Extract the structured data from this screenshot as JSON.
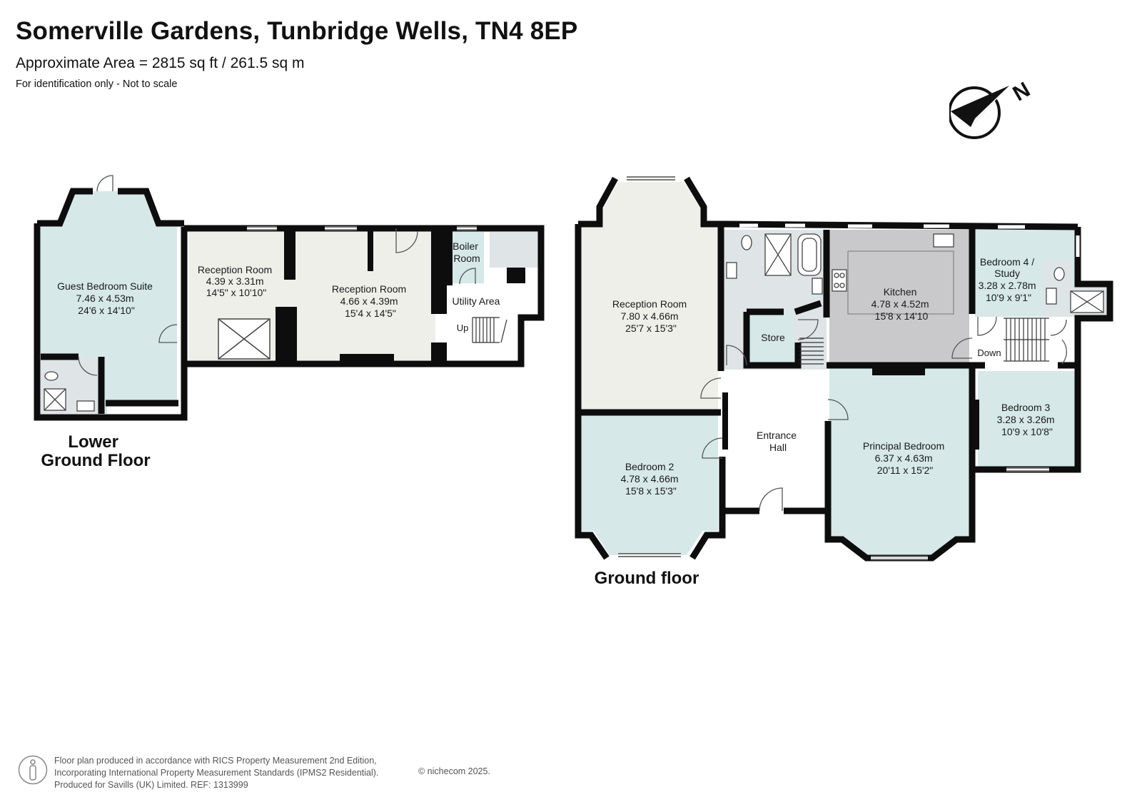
{
  "header": {
    "title": "Somerville Gardens, Tunbridge Wells, TN4 8EP",
    "area": "Approximate Area = 2815 sq ft / 261.5 sq m",
    "note": "For identification only - Not to scale"
  },
  "compass": {
    "label": "N",
    "icon": "north-arrow-icon"
  },
  "lower_ground": {
    "floor_label": [
      "Lower",
      "Ground Floor"
    ],
    "rooms": {
      "guest": [
        "Guest Bedroom Suite",
        "7.46 x 4.53m",
        "24'6 x 14'10\""
      ],
      "reception1": [
        "Reception Room",
        "4.39 x 3.31m",
        "14'5\" x 10'10\""
      ],
      "reception2": [
        "Reception Room",
        "4.66 x 4.39m",
        "15'4 x 14'5\""
      ],
      "boiler": [
        "Boiler",
        "Room"
      ],
      "utility": "Utility Area",
      "up": "Up"
    }
  },
  "ground": {
    "floor_label": "Ground floor",
    "rooms": {
      "reception": [
        "Reception Room",
        "7.80 x 4.66m",
        "25'7 x 15'3\""
      ],
      "bedroom2": [
        "Bedroom 2",
        "4.78 x 4.66m",
        "15'8 x 15'3\""
      ],
      "store": "Store",
      "hall": [
        "Entrance",
        "Hall"
      ],
      "kitchen": [
        "Kitchen",
        "4.78 x 4.52m",
        "15'8 x 14'10"
      ],
      "principal": [
        "Principal Bedroom",
        "6.37 x 4.63m",
        "20'11 x 15'2\""
      ],
      "bedroom4": [
        "Bedroom 4 /",
        "Study",
        "3.28 x 2.78m",
        "10'9 x 9'1\""
      ],
      "bedroom3": [
        "Bedroom 3",
        "3.28 x 3.26m",
        "10'9 x 10'8\""
      ],
      "down": "Down"
    }
  },
  "colors": {
    "bedroom": "#d6e8e8",
    "reception": "#efefea",
    "kitchen": "#c9c9cc",
    "bath": "#dfe4e6",
    "hall": "#ffffff",
    "wall": "#0d0d0d"
  },
  "footer": {
    "lines": [
      "Floor plan produced in accordance with RICS Property Measurement 2nd Edition,",
      "Incorporating International Property Measurement Standards (IPMS2 Residential).",
      "Produced for Savills (UK) Limited.   REF:  1313999"
    ],
    "copyright": "© nichecom 2025."
  }
}
